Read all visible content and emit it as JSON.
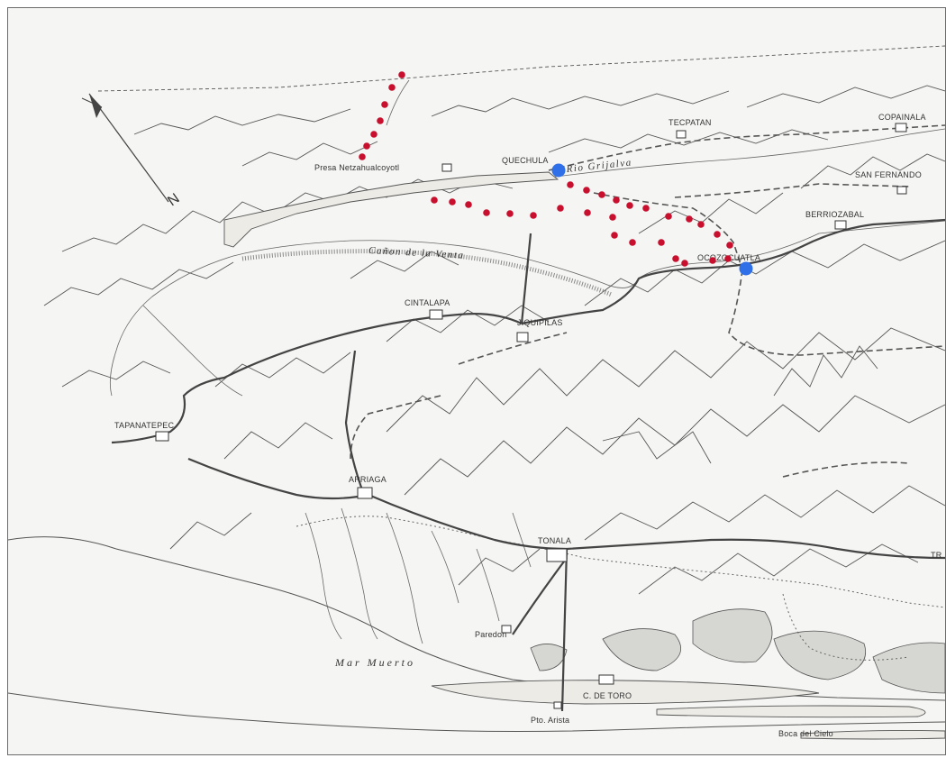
{
  "map": {
    "places": [
      {
        "name": "Presa Netzahualcoyotl"
      },
      {
        "name": "QUECHULA"
      },
      {
        "name": "TECPATAN"
      },
      {
        "name": "COPAINALA"
      },
      {
        "name": "SAN FERNANDO"
      },
      {
        "name": "BERRIOZABAL"
      },
      {
        "name": "OCOZOCUATLA"
      },
      {
        "name": "CINTALAPA"
      },
      {
        "name": "JIQUIPILAS"
      },
      {
        "name": "TAPANATEPEC"
      },
      {
        "name": "ARRIAGA"
      },
      {
        "name": "TONALA"
      },
      {
        "name": "Paredon"
      },
      {
        "name": "C. DE TORO"
      },
      {
        "name": "Pto. Arista"
      },
      {
        "name": "Boca del Cielo"
      },
      {
        "name": "TR"
      }
    ],
    "features": {
      "river": "Rio Grijalva",
      "canyon": "Cañon de la Venta",
      "sea": "Mar Muerto"
    },
    "north_letter": "N",
    "markers": {
      "route_color": "#c8102e",
      "endpoint_color": "#2f6fe8"
    }
  }
}
